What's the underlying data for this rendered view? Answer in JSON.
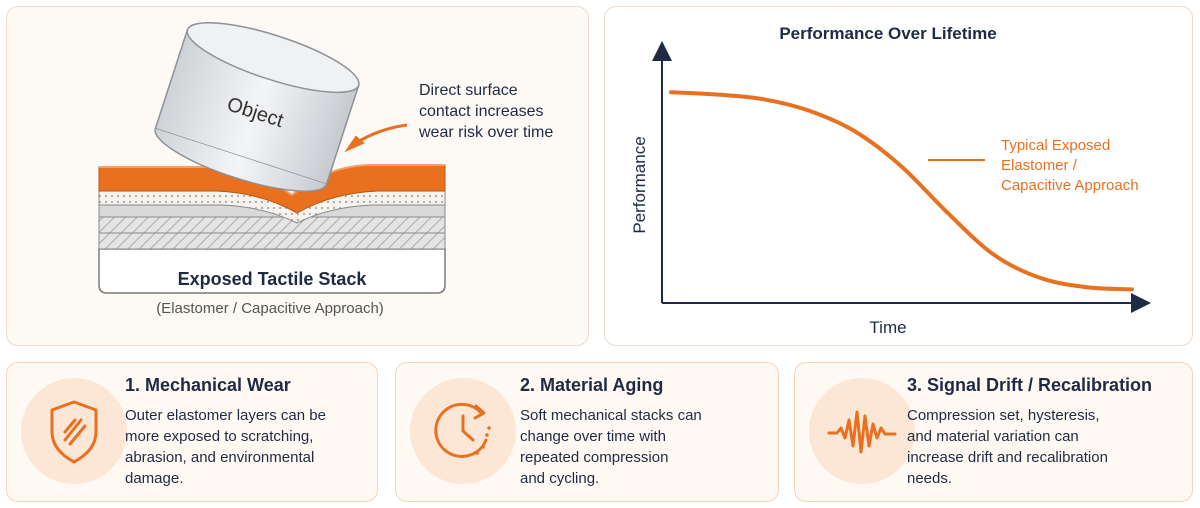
{
  "left_panel": {
    "object_label": "Object",
    "callout": [
      "Direct surface",
      "contact increases",
      "wear risk over time"
    ],
    "stack_title": "Exposed Tactile Stack",
    "stack_subtitle": "(Elastomer / Capacitive Approach)"
  },
  "chart_data": {
    "type": "line",
    "title": "Performance Over Lifetime",
    "xlabel": "Time",
    "ylabel": "Performance",
    "x_ticks": [],
    "y_ticks": [],
    "grid": false,
    "series": [
      {
        "name": "Typical Exposed Elastomer / Capacitive Approach",
        "label_lines": [
          "Typical Exposed",
          "Elastomer /",
          "Capacitive Approach"
        ],
        "color": "#e8701f",
        "x": [
          0,
          0.1,
          0.2,
          0.3,
          0.4,
          0.5,
          0.6,
          0.7,
          0.8,
          0.9,
          1.0
        ],
        "y": [
          0.9,
          0.89,
          0.87,
          0.82,
          0.73,
          0.58,
          0.38,
          0.2,
          0.1,
          0.06,
          0.05
        ]
      }
    ],
    "xlim": [
      0,
      1
    ],
    "ylim": [
      0,
      1
    ]
  },
  "cards": [
    {
      "title": "1. Mechanical Wear",
      "body": "Outer elastomer layers can be\nmore exposed to scratching,\nabrasion, and environmental\ndamage.",
      "icon": "shield-scratch-icon"
    },
    {
      "title": "2. Material Aging",
      "body": "Soft mechanical stacks can\nchange over time with\nrepeated compression\nand cycling.",
      "icon": "clock-icon"
    },
    {
      "title": "3. Signal Drift / Recalibration",
      "body": "Compression set, hysteresis,\nand material variation can\nincrease drift and recalibration\nneeds.",
      "icon": "waveform-icon"
    }
  ],
  "colors": {
    "accent": "#e8701f",
    "navy": "#1f2a44",
    "icon_bg": "#fce6d6"
  }
}
